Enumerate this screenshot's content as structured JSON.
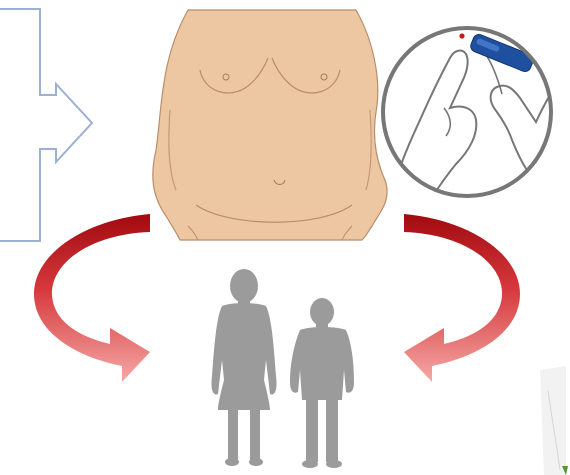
{
  "colors": {
    "skin": "#edc7a2",
    "skin_outline": "#b88e6a",
    "arrow_red_dark": "#a10a0f",
    "arrow_red_light": "#f4a4a2",
    "silhouette": "#9b9b9b",
    "bracket": "#9cb0d3",
    "strip_blue": "#1f4f9f",
    "lens_ring": "#777777",
    "corner_green": "#4c9a2a"
  },
  "figures": {
    "torso": "torso-figure",
    "lancet": "finger-prick-lancet-icon",
    "silhouettes": [
      "adult-woman-silhouette",
      "child-boy-silhouette"
    ]
  }
}
